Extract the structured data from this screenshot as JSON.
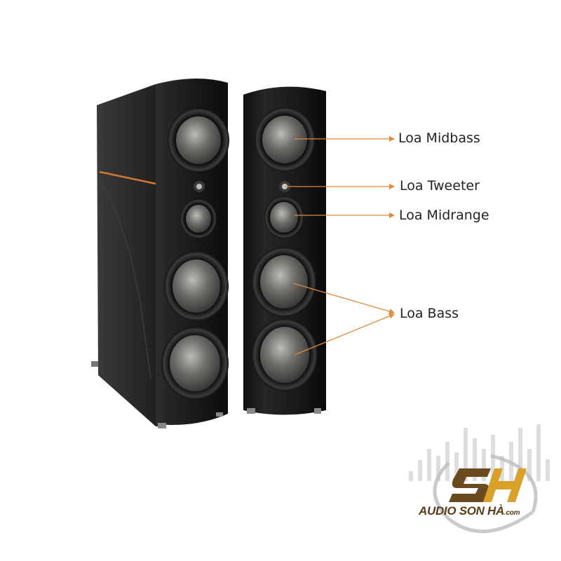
{
  "annotations": [
    {
      "id": "midbass",
      "label": "Loa Midbass"
    },
    {
      "id": "tweeter",
      "label": "Loa Tweeter"
    },
    {
      "id": "midrange",
      "label": "Loa Midrange"
    },
    {
      "id": "bass",
      "label": "Loa Bass"
    }
  ],
  "logo": {
    "monogram": "SH",
    "brand": "AUDIO SON HÀ",
    "domain": ".com"
  },
  "colors": {
    "arrow": "#e08a3a",
    "cabinet": "#1c1c1e",
    "logo_brown": "#6b4a1f",
    "logo_gold": "#d8a22a"
  }
}
